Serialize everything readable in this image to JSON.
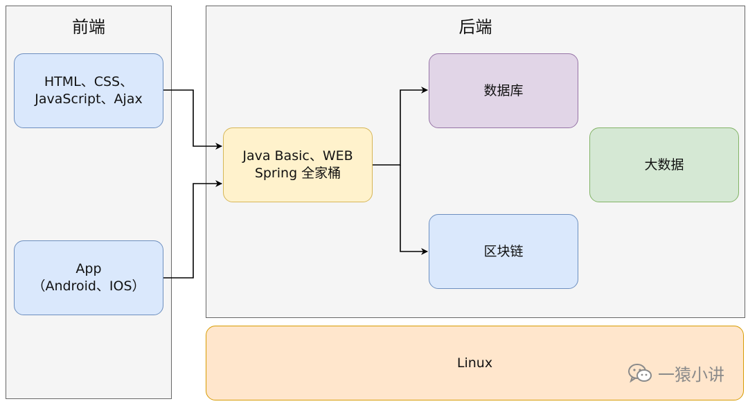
{
  "frontend": {
    "title": "前端",
    "web_node": {
      "line1": "HTML、CSS、",
      "line2": "JavaScript、Ajax"
    },
    "app_node": {
      "line1": "App",
      "line2": "（Android、IOS）"
    }
  },
  "backend": {
    "title": "后端",
    "java_node": {
      "line1": "Java Basic、WEB",
      "line2": "Spring 全家桶"
    },
    "database_node": "数据库",
    "blockchain_node": "区块链",
    "bigdata_node": "大数据"
  },
  "linux_node": "Linux",
  "watermark": {
    "text": "一猿小讲",
    "icon": "wechat-icon"
  },
  "colors": {
    "blue_fill": "#dae8fc",
    "blue_stroke": "#6c8ebf",
    "yellow_fill": "#fff2cc",
    "yellow_stroke": "#d6b656",
    "purple_fill": "#e1d5e7",
    "purple_stroke": "#9673a6",
    "green_fill": "#d5e8d4",
    "green_stroke": "#82b366",
    "orange_fill": "#ffe6cc",
    "orange_stroke": "#d79b00",
    "container_fill": "#f5f5f5",
    "container_stroke": "#666666"
  }
}
